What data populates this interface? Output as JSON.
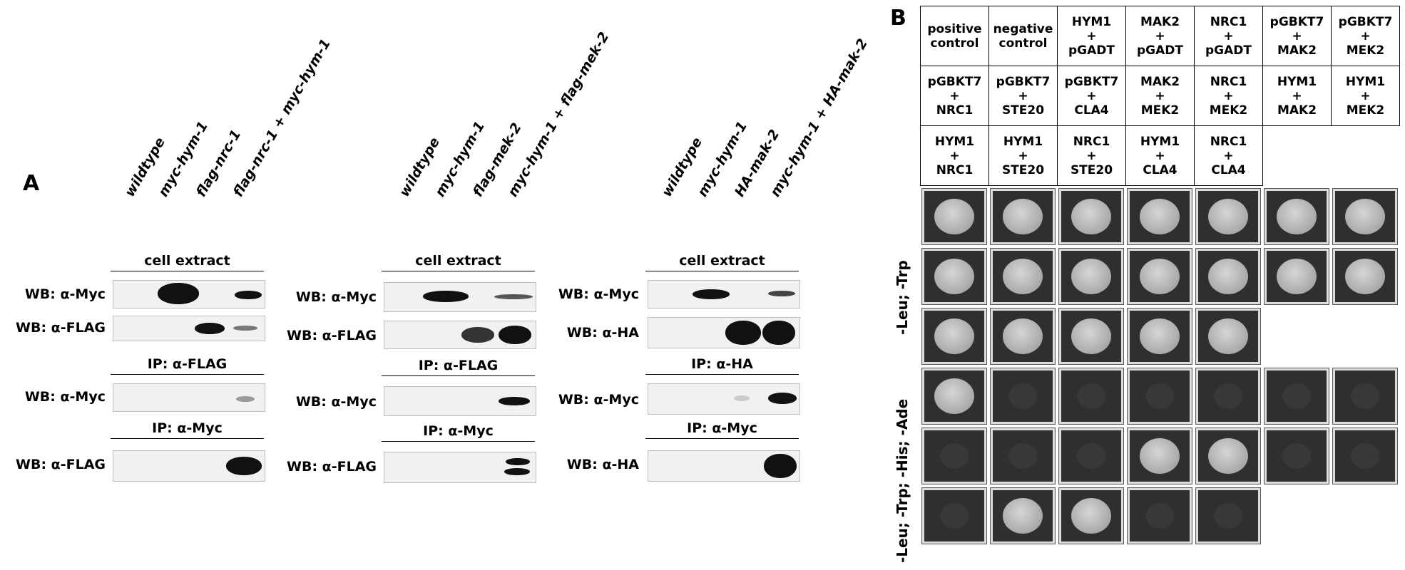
{
  "panel_a": {
    "letter": "A",
    "blots": [
      {
        "lanes": [
          "wildtype",
          "myc-hym-1",
          "flag-nrc-1",
          "flag-nrc-1 + myc-hym-1"
        ],
        "section1": "cell extract",
        "row1": "WB: α-Myc",
        "row2": "WB: α-FLAG",
        "section2": "IP: α-FLAG",
        "row3": "WB: α-Myc",
        "section3": "IP: α-Myc",
        "row4": "WB: α-FLAG"
      },
      {
        "lanes": [
          "wildtype",
          "myc-hym-1",
          "flag-mek-2",
          "myc-hym-1 + flag-mek-2"
        ],
        "section1": "cell extract",
        "row1": "WB: α-Myc",
        "row2": "WB: α-FLAG",
        "section2": "IP: α-FLAG",
        "row3": "WB: α-Myc",
        "section3": "IP: α-Myc",
        "row4": "WB: α-FLAG"
      },
      {
        "lanes": [
          "wildtype",
          "myc-hym-1",
          "HA-mak-2",
          "myc-hym-1 + HA-mak-2"
        ],
        "section1": "cell extract",
        "row1": "WB: α-Myc",
        "row2": "WB: α-HA",
        "section2": "IP: α-HA",
        "row3": "WB: α-Myc",
        "section3": "IP: α-Myc",
        "row4": "WB: α-HA"
      }
    ]
  },
  "panel_b": {
    "letter": "B",
    "grid_rows": [
      [
        {
          "top": "positive",
          "mid": "",
          "bot": "control"
        },
        {
          "top": "negative",
          "mid": "",
          "bot": "control"
        },
        {
          "top": "HYM1",
          "mid": "+",
          "bot": "pGADT"
        },
        {
          "top": "MAK2",
          "mid": "+",
          "bot": "pGADT"
        },
        {
          "top": "NRC1",
          "mid": "+",
          "bot": "pGADT"
        },
        {
          "top": "pGBKT7",
          "mid": "+",
          "bot": "MAK2"
        },
        {
          "top": "pGBKT7",
          "mid": "+",
          "bot": "MEK2"
        }
      ],
      [
        {
          "top": "pGBKT7",
          "mid": "+",
          "bot": "NRC1"
        },
        {
          "top": "pGBKT7",
          "mid": "+",
          "bot": "STE20"
        },
        {
          "top": "pGBKT7",
          "mid": "+",
          "bot": "CLA4"
        },
        {
          "top": "MAK2",
          "mid": "+",
          "bot": "MEK2"
        },
        {
          "top": "NRC1",
          "mid": "+",
          "bot": "MEK2"
        },
        {
          "top": "HYM1",
          "mid": "+",
          "bot": "MAK2"
        },
        {
          "top": "HYM1",
          "mid": "+",
          "bot": "MEK2"
        }
      ],
      [
        {
          "top": "HYM1",
          "mid": "+",
          "bot": "NRC1"
        },
        {
          "top": "HYM1",
          "mid": "+",
          "bot": "STE20"
        },
        {
          "top": "NRC1",
          "mid": "+",
          "bot": "STE20"
        },
        {
          "top": "HYM1",
          "mid": "+",
          "bot": "CLA4"
        },
        {
          "top": "NRC1",
          "mid": "+",
          "bot": "CLA4"
        }
      ]
    ],
    "label_leu_trp": "-Leu; -Trp",
    "label_leu_trp_his_ade": "-Leu; -Trp; -His; -Ade",
    "growth_leu_trp": [
      [
        1,
        1,
        1,
        1,
        1,
        1,
        1
      ],
      [
        1,
        1,
        1,
        1,
        1,
        1,
        1
      ],
      [
        1,
        1,
        1,
        1,
        1
      ]
    ],
    "growth_selective": [
      [
        1,
        0,
        0,
        0,
        0,
        0,
        0
      ],
      [
        0,
        0,
        0,
        1,
        1,
        0,
        0
      ],
      [
        0,
        1,
        1,
        0,
        0
      ]
    ]
  }
}
